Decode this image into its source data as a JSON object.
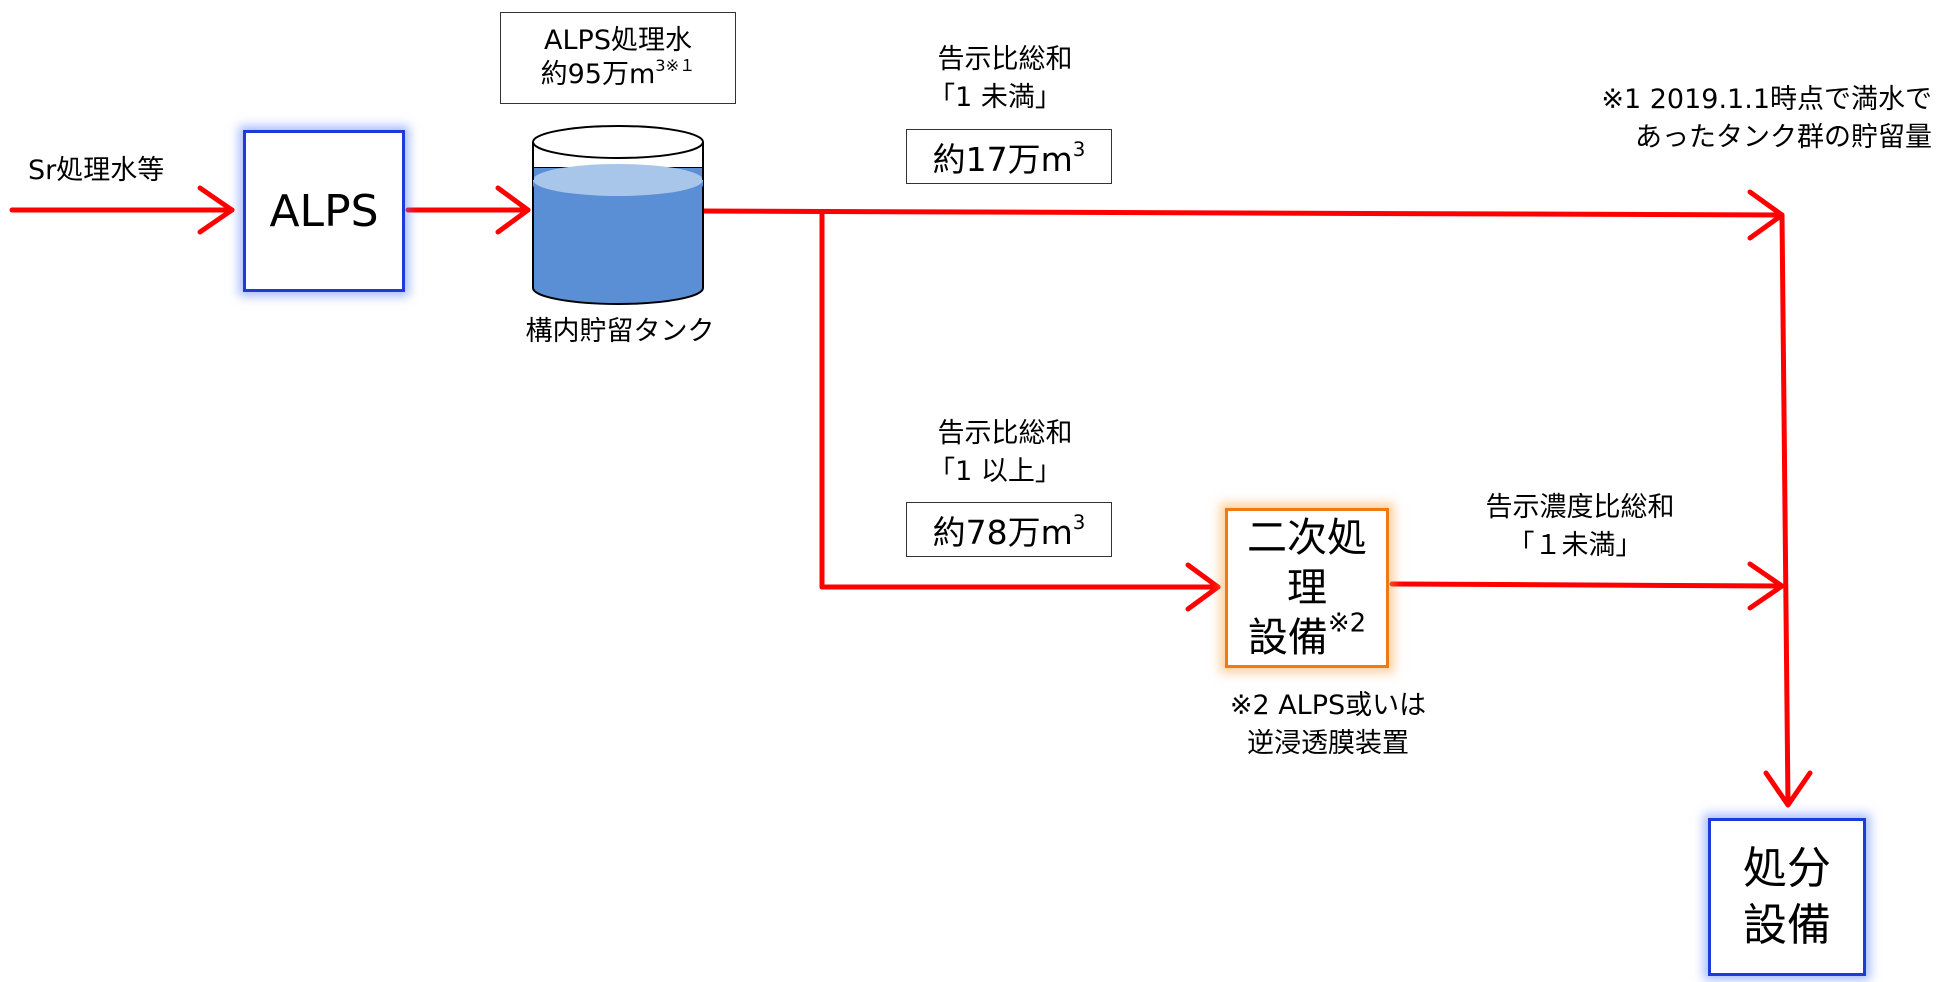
{
  "input_label": "Sr処理水等",
  "alps_box": "ALPS",
  "storage": {
    "title_line1": "ALPS処理水",
    "title_line2": "約95万m",
    "title_sup": "3※１",
    "tank_label": "構内貯留タンク"
  },
  "upper_path": {
    "label_line1": "告示比総和",
    "label_line2": "「1 未満」",
    "volume": "約17万m",
    "volume_sup": "3"
  },
  "lower_path": {
    "label_line1": "告示比総和",
    "label_line2": "「1 以上」",
    "volume": "約78万m",
    "volume_sup": "3"
  },
  "secondary": {
    "line1": "二次処理",
    "line2": "設備",
    "sup": "※2",
    "note_line1": "※2 ALPS或いは",
    "note_line2": "逆浸透膜装置"
  },
  "after_secondary": {
    "label_line1": "告示濃度比総和",
    "label_line2": "「１未満」"
  },
  "note1": {
    "line1": "※1 2019.1.1時点で満水で",
    "line2": "あったタンク群の貯留量"
  },
  "disposal": {
    "line1": "処分",
    "line2": "設備"
  },
  "colors": {
    "arrow": "#ff0000",
    "box_blue": "#1f3bd6",
    "box_orange": "#f07a12",
    "tank_fill": "#5a8fd6",
    "tank_top": "#a8c6ea"
  }
}
